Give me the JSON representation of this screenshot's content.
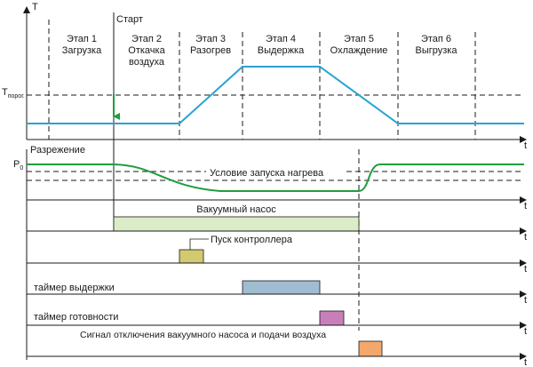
{
  "axis_t_label": "t",
  "axis_T_label": "T",
  "start_label": "Старт",
  "threshold": {
    "main": "T",
    "sub": "порог."
  },
  "stages": [
    {
      "l1": "Этап 1",
      "l2": "Загрузка",
      "l3": ""
    },
    {
      "l1": "Этап 2",
      "l2": "Откачка",
      "l3": "воздуха"
    },
    {
      "l1": "Этап 3",
      "l2": "Разогрев",
      "l3": ""
    },
    {
      "l1": "Этап 4",
      "l2": "Выдержка",
      "l3": ""
    },
    {
      "l1": "Этап 5",
      "l2": "Охлаждение",
      "l3": ""
    },
    {
      "l1": "Этап 6",
      "l2": "Выгрузка",
      "l3": ""
    }
  ],
  "vacuum_label": "Разрежение",
  "p0": {
    "main": "P",
    "sub": "0"
  },
  "heat_condition": "Условие запуска нагрева",
  "bars": [
    {
      "label": "Вакуумный насос",
      "color": "#dbedc8"
    },
    {
      "label": "Пуск контроллера",
      "color": "#d2c970"
    },
    {
      "label": "таймер выдержки",
      "color": "#9fbcd0"
    },
    {
      "label": "таймер готовности",
      "color": "#c87fb9"
    },
    {
      "label": "Сигнал отключения вакуумного насоса и подачи воздуха",
      "color": "#f4a76a"
    }
  ],
  "colors": {
    "temperature": "#29a3d4",
    "pressure": "#1f9e3e",
    "start_arrow": "#1f9e3e"
  }
}
